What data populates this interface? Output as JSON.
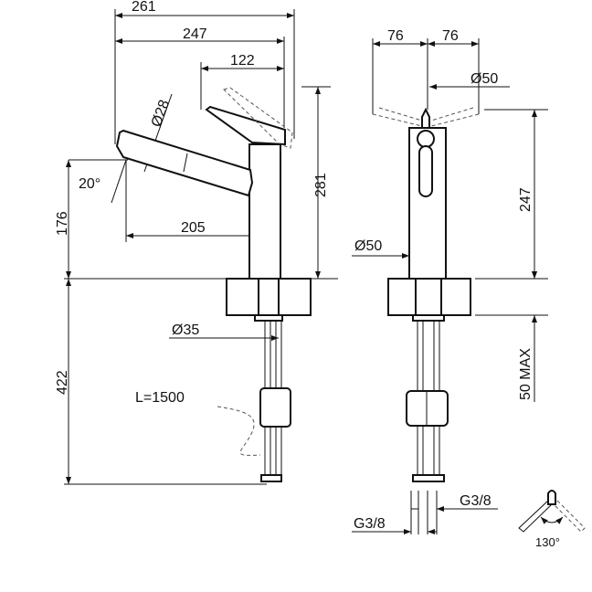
{
  "side_view": {
    "dim_total_reach": "261",
    "dim_spout_reach": "247",
    "dim_lever_reach": "122",
    "dim_spout_diameter": "Ø28",
    "dim_spout_angle": "20°",
    "dim_outlet_height": "176",
    "dim_outlet_to_body": "205",
    "dim_total_height": "281",
    "dim_base_diameter": "Ø35",
    "hose_length": "L=1500",
    "dim_below_counter": "422"
  },
  "front_view": {
    "dim_lever_left": "76",
    "dim_lever_right": "76",
    "dim_lever_diameter": "Ø50",
    "dim_body_height": "247",
    "dim_body_diameter": "Ø50",
    "dim_counter_thickness": "50 MAX",
    "connection_right": "G3/8",
    "connection_left": "G3/8"
  },
  "rotation_icon": {
    "angle": "130°"
  }
}
